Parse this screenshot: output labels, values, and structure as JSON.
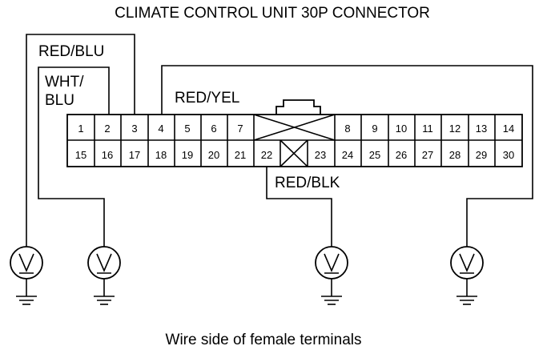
{
  "title": "CLIMATE CONTROL UNIT 30P CONNECTOR",
  "caption": "Wire side of female terminals",
  "wires": {
    "red_blu": "RED/BLU",
    "wht_blu_line1": "WHT/",
    "wht_blu_line2": "BLU",
    "red_yel": "RED/YEL",
    "red_blk": "RED/BLK"
  },
  "pins_top": [
    "1",
    "2",
    "3",
    "4",
    "5",
    "6",
    "7",
    "8",
    "9",
    "10",
    "11",
    "12",
    "13",
    "14"
  ],
  "pins_bottom": [
    "15",
    "16",
    "17",
    "18",
    "19",
    "20",
    "21",
    "22",
    "23",
    "24",
    "25",
    "26",
    "27",
    "28",
    "29",
    "30"
  ],
  "meters": [
    "voltmeter-icon",
    "voltmeter-icon",
    "voltmeter-icon",
    "voltmeter-icon"
  ],
  "colors": {
    "line": "#000000",
    "background": "#ffffff"
  }
}
